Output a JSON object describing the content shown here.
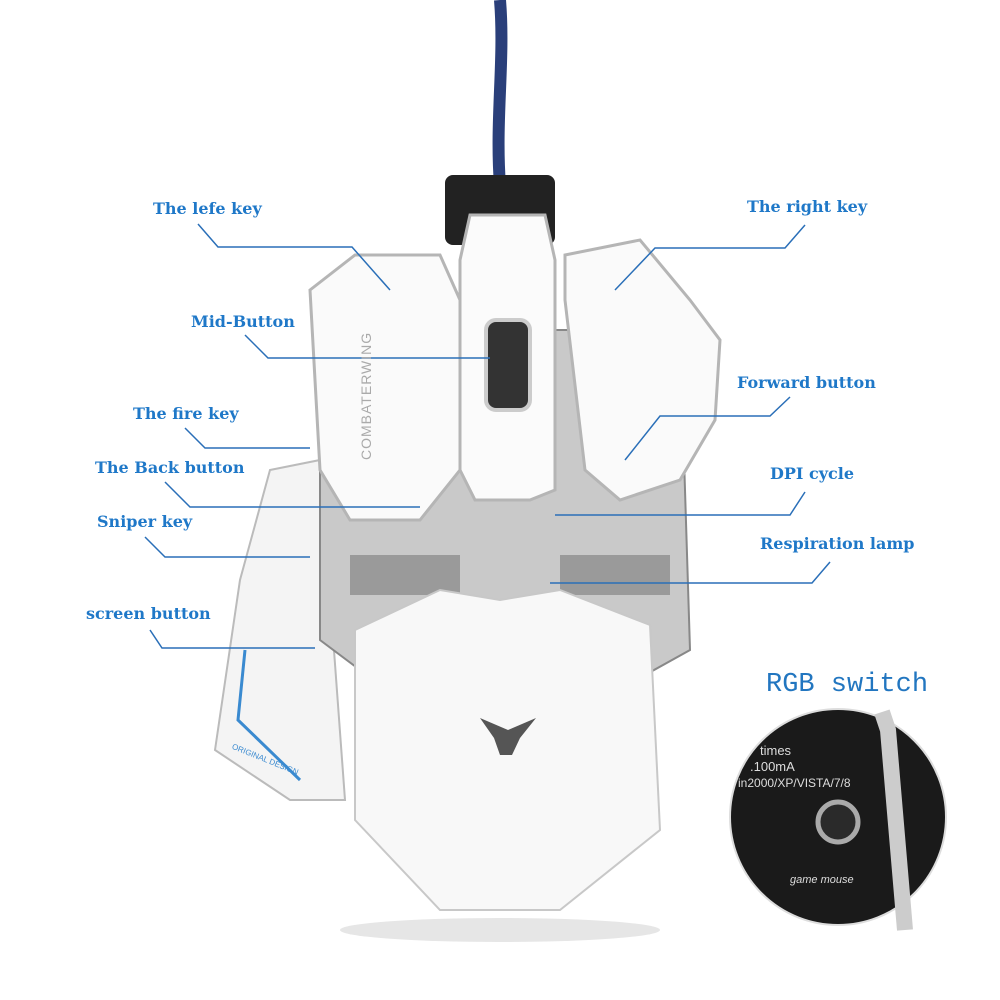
{
  "labels": {
    "left_key": "The lefe key",
    "right_key": "The right key",
    "mid_button": "Mid-Button",
    "fire_key": "The fire key",
    "back_button": "The Back button",
    "sniper_key": "Sniper key",
    "screen_button": "screen button",
    "forward_button": "Forward button",
    "dpi_cycle": "DPI cycle",
    "respiration_lamp": "Respiration lamp"
  },
  "inset": {
    "title": "RGB switch",
    "lines": [
      "times",
      ".100mA",
      "in2000/XP/VISTA/7/8"
    ],
    "logo_text": "game mouse"
  },
  "product": {
    "brand": "COMBATERWING",
    "side_text": "ORIGINAL DESIGN"
  },
  "colors": {
    "label": "#1f78c8",
    "line": "#2a6fb8"
  }
}
